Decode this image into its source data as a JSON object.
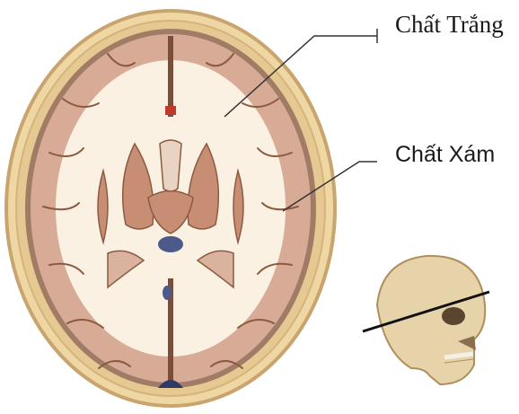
{
  "labels": {
    "white_matter": "Chất Trắng",
    "grey_matter": "Chất Xám"
  },
  "colors": {
    "skull": "#efd7a4",
    "skull_edge": "#c9a46e",
    "dura": "#a07c66",
    "grey_matter": "#d7ab95",
    "white_matter": "#fbf1e2",
    "sulci": "#8c5a40",
    "deep_nuclei": "#c78e73",
    "ventricle": "#4b5a8a",
    "leader_line": "#333333"
  },
  "icons": {
    "main": "axial-brain-section",
    "inset": "skull-with-cut-line"
  }
}
